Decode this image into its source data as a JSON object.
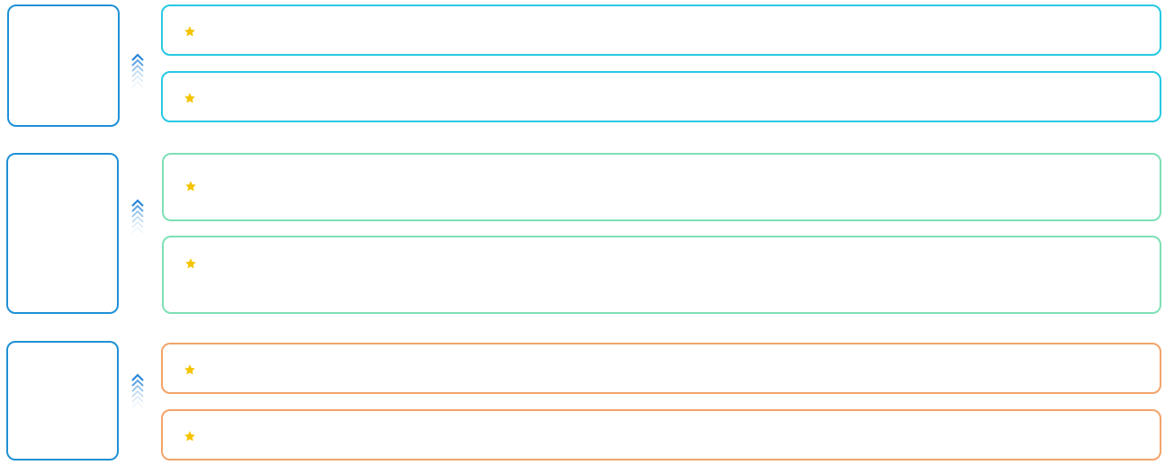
{
  "colors": {
    "side_border": "#1e90d6",
    "chevron": "#2a86d8",
    "star": "#f5c400",
    "group_borders": [
      "#27c9e3",
      "#7ee0b6",
      "#f2a46b"
    ]
  },
  "groups": [
    {
      "name": "group-1",
      "side_label": "",
      "cards": [
        {
          "icon": "star-icon",
          "text": ""
        },
        {
          "icon": "star-icon",
          "text": ""
        }
      ]
    },
    {
      "name": "group-2",
      "side_label": "",
      "cards": [
        {
          "icon": "star-icon",
          "text": ""
        },
        {
          "icon": "star-icon",
          "text": ""
        }
      ]
    },
    {
      "name": "group-3",
      "side_label": "",
      "cards": [
        {
          "icon": "star-icon",
          "text": ""
        },
        {
          "icon": "star-icon",
          "text": ""
        }
      ]
    }
  ]
}
